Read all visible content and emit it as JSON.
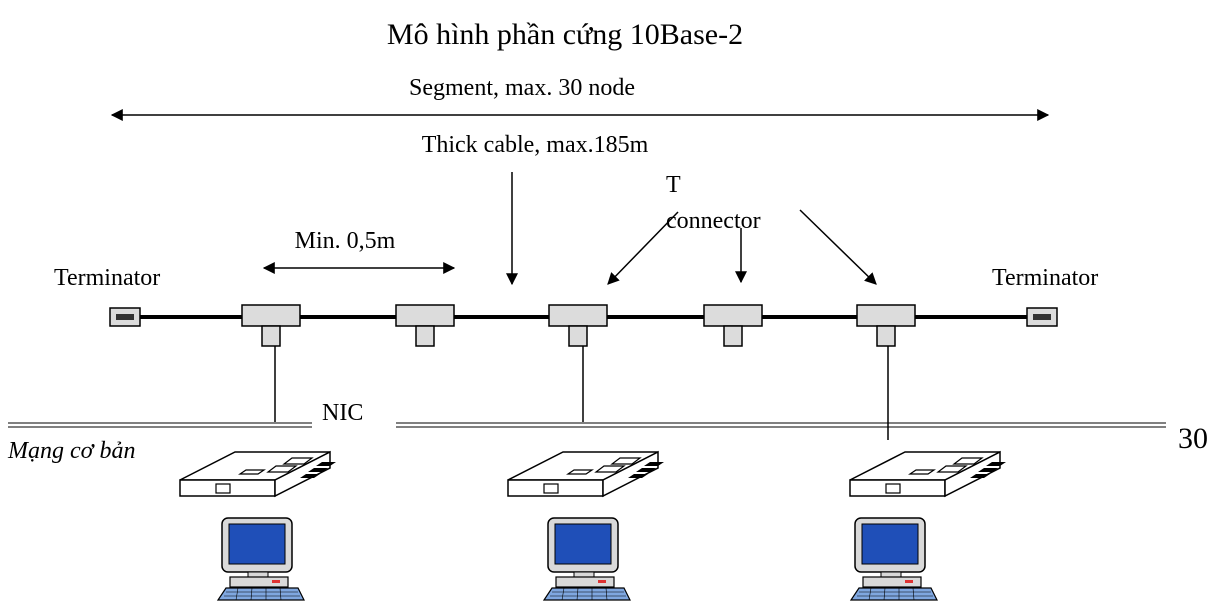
{
  "diagram": {
    "title": "Mô hình phần cứng 10Base-2",
    "segment_label": "Segment, max. 30 node",
    "cable_label": "Thick cable, max.185m",
    "t_connector_label_line1": "T",
    "t_connector_label_line2": "connector",
    "min_distance_label": "Min. 0,5m",
    "terminator_left_label": "Terminator",
    "terminator_right_label": "Terminator",
    "nic_label": "NIC",
    "computer_count_drawn": 3,
    "t_connector_count": 5
  },
  "footer": {
    "section_label": "Mạng cơ bản",
    "page_number": "30"
  },
  "colors": {
    "line": "#000000",
    "connector_fill": "#dcdcdc",
    "screen_blue": "#1f4fb8",
    "monitor_body": "#d9d9d9",
    "keyboard_blue": "#7fa7e0"
  },
  "icons": [
    "terminator-icon",
    "t-connector-icon",
    "nic-card-icon",
    "computer-icon"
  ]
}
